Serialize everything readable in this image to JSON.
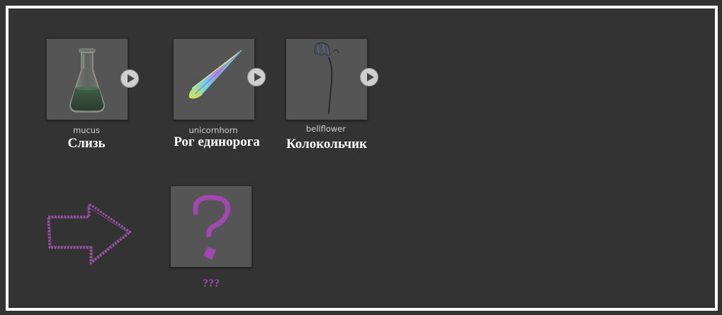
{
  "ingredients": [
    {
      "id": "mucus",
      "name": "Слизь",
      "icon": "flask-icon"
    },
    {
      "id": "unicornhorn",
      "name": "Рог единорога",
      "icon": "unicorn-horn-icon"
    },
    {
      "id": "bellflower",
      "name": "Колокольчик",
      "icon": "bellflower-icon"
    }
  ],
  "result": {
    "label": "???",
    "icon": "question-mark-icon"
  },
  "arrow_icon": "arrow-right-icon",
  "play_icon": "play-icon",
  "colors": {
    "background": "#333333",
    "frame": "#ffffff",
    "tile": "#555555",
    "accent_purple": "#9a4fa8"
  }
}
